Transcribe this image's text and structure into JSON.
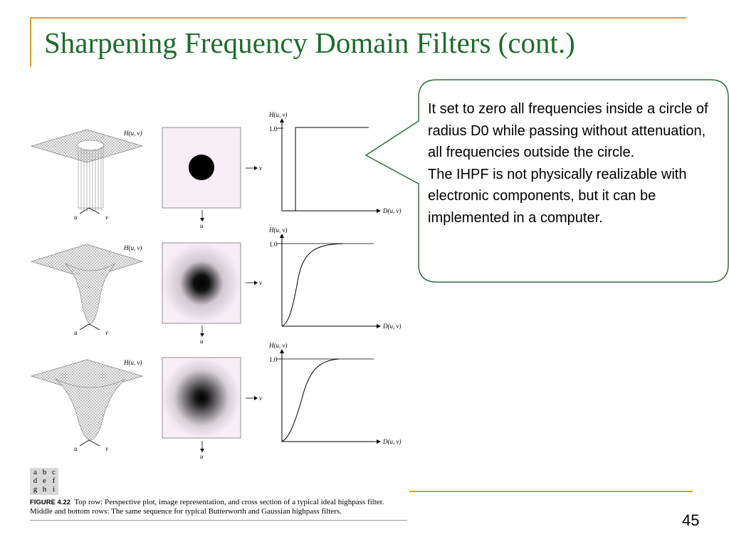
{
  "slide": {
    "title": "Sharpening Frequency Domain Filters (cont.)",
    "page_number": "45",
    "accent_color": "#d9a21b",
    "title_color": "#1e6b2e"
  },
  "callout": {
    "paragraph1": "It set to zero all frequencies inside a circle of radius D0 while passing without attenuation, all frequencies outside the circle.",
    "paragraph2": "The IHPF is not physically realizable with electronic components, but it can be implemented in a computer.",
    "border_color": "#2e6e3e"
  },
  "figure": {
    "labels": {
      "huv": "H(u, v)",
      "u": "u",
      "v": "v",
      "one": "1.0",
      "duv": "D(u, v)"
    },
    "grid_letters": [
      "a",
      "b",
      "c",
      "d",
      "e",
      "f",
      "g",
      "h",
      "i"
    ],
    "caption_label": "FIGURE 4.22",
    "caption_text": "Top row: Perspective plot, image representation, and cross section of a typical ideal highpass filter. Middle and bottom rows: The same sequence for typical Butterworth and Gaussian highpass filters."
  }
}
